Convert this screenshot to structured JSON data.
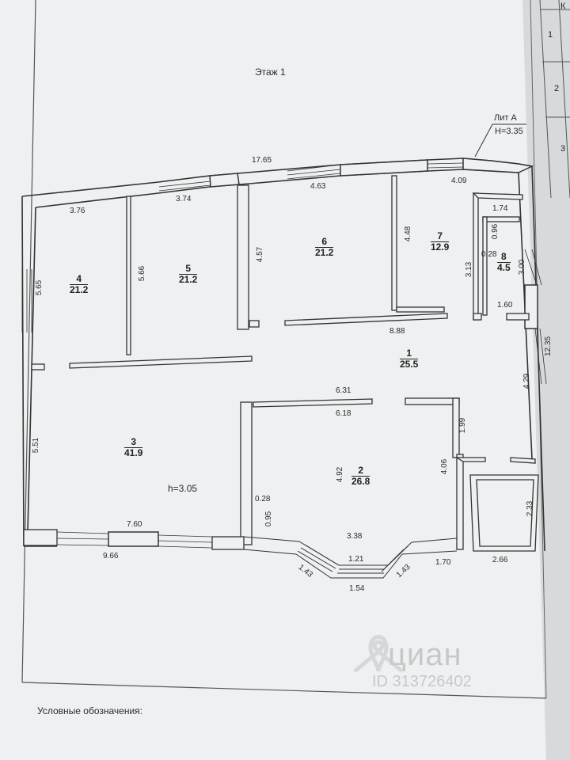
{
  "page": {
    "title": "Этаж 1",
    "lit": "Лит А",
    "height_main": "H=3.35",
    "legend": "Условные обозначения:",
    "table_rows": [
      "1",
      "2",
      "3"
    ],
    "table_header": "К"
  },
  "rooms": [
    {
      "id": "room-1",
      "num": "1",
      "area": "25.5"
    },
    {
      "id": "room-2",
      "num": "2",
      "area": "26.8"
    },
    {
      "id": "room-3",
      "num": "3",
      "area": "41.9"
    },
    {
      "id": "room-4",
      "num": "4",
      "area": "21.2"
    },
    {
      "id": "room-5",
      "num": "5",
      "area": "21.2"
    },
    {
      "id": "room-6",
      "num": "6",
      "area": "21.2"
    },
    {
      "id": "room-7",
      "num": "7",
      "area": "12.9"
    },
    {
      "id": "room-8",
      "num": "8",
      "area": "4.5"
    }
  ],
  "room3_height": "h=3.05",
  "dimensions": {
    "top_total": "17.65",
    "r4_top": "3.76",
    "r5_top": "3.74",
    "r6_top": "4.63",
    "r7_top": "4.09",
    "r8_top": "1.74",
    "r4_side": "5.65",
    "r5_side": "5.66",
    "r6_side": "4.57",
    "r7_side": "4.48",
    "r8_a": "0.96",
    "r8_b": "0.28",
    "r8_left": "3.13",
    "r8_right": "3.00",
    "r8_bottom": "1.60",
    "right_total": "12.35",
    "corr_right": "4.29",
    "corr_bottom": "8.88",
    "r2_top_outer": "6.31",
    "r2_top_inner": "6.18",
    "r2_left": "4.92",
    "r2_right": "4.06",
    "r2_step": "1.99",
    "r2_bay": "3.38",
    "bay_top": "1.21",
    "bay_bottom": "1.54",
    "bay_left": "1.43",
    "bay_right": "1.43",
    "bottom_right": "1.70",
    "vest_bottom": "2.66",
    "vest_side": "2.33",
    "r3_side": "5.51",
    "r3_bottom": "7.60",
    "bottom_left_total": "9.66",
    "wall_a": "0.28",
    "wall_b": "0.95"
  },
  "watermark": {
    "brand": "циан",
    "id": "ID 313726402"
  }
}
